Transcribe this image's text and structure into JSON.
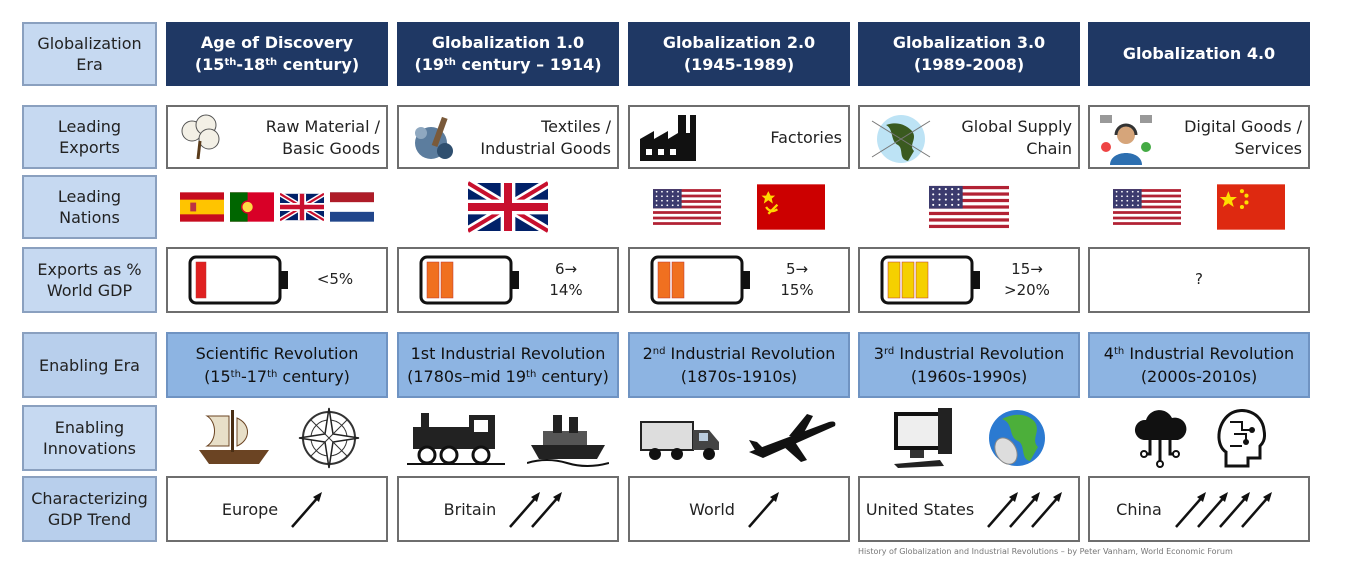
{
  "row_labels": {
    "era": "Globalization Era",
    "exports": "Leading Exports",
    "nations": "Leading Nations",
    "gdp": "Exports as % World GDP",
    "enabling_era": "Enabling Era",
    "innovations": "Enabling Innovations",
    "trend": "Characterizing GDP Trend"
  },
  "columns": [
    {
      "era_title": "Age of Discovery",
      "era_period": [
        "(15",
        "th",
        "-18",
        "th",
        " century)"
      ],
      "exports_label": "Raw Material / Basic Goods",
      "exports_icon": "cotton-icon",
      "nations": [
        "spain",
        "portugal",
        "uk",
        "netherlands"
      ],
      "gdp_text": "<5%",
      "gdp_fill_fraction": 0.2,
      "gdp_color": "#e02020",
      "enabling_title": [
        "Scientific Revolution"
      ],
      "enabling_period": [
        "(15",
        "th",
        "-17",
        "th",
        " century)"
      ],
      "innovations": [
        "ship-icon",
        "compass-icon"
      ],
      "trend_label": "Europe",
      "trend_arrows": 1
    },
    {
      "era_title": "Globalization 1.0",
      "era_period": [
        "(19",
        "th",
        " century – 1914)"
      ],
      "exports_label": "Textiles / Industrial Goods",
      "exports_icon": "loom-icon",
      "nations": [
        "uk"
      ],
      "gdp_text": "6→ 14%",
      "gdp_fill_fraction": 0.4,
      "gdp_color": "#f07020",
      "enabling_title": [
        "1st Industrial Revolution"
      ],
      "enabling_period": [
        "(1780s–mid 19",
        "th",
        " century)"
      ],
      "innovations": [
        "locomotive-icon",
        "steamship-icon"
      ],
      "trend_label": "Britain",
      "trend_arrows": 2
    },
    {
      "era_title": "Globalization 2.0",
      "era_period": [
        "(1945-1989)"
      ],
      "exports_label": "Factories",
      "exports_icon": "factory-icon",
      "nations": [
        "usa",
        "ussr"
      ],
      "gdp_text": "5→ 15%",
      "gdp_fill_fraction": 0.4,
      "gdp_color": "#f07020",
      "enabling_title": [
        "2",
        "nd",
        " Industrial Revolution"
      ],
      "enabling_period": [
        "(1870s-1910s)"
      ],
      "innovations": [
        "truck-icon",
        "airplane-icon"
      ],
      "trend_label": "World",
      "trend_arrows": 1
    },
    {
      "era_title": "Globalization 3.0",
      "era_period": [
        "(1989-2008)"
      ],
      "exports_label": "Global Supply Chain",
      "exports_icon": "globe-network-icon",
      "nations": [
        "usa"
      ],
      "gdp_text": "15→ >20%",
      "gdp_fill_fraction": 0.6,
      "gdp_color": "#f5d000",
      "enabling_title": [
        "3",
        "rd",
        " Industrial Revolution"
      ],
      "enabling_period": [
        "(1960s-1990s)"
      ],
      "innovations": [
        "computer-icon",
        "internet-globe-icon"
      ],
      "trend_label": "United States",
      "trend_arrows": 3
    },
    {
      "era_title": "Globalization 4.0",
      "era_period": [],
      "exports_label": "Digital Goods / Services",
      "exports_icon": "digital-services-icon",
      "nations": [
        "usa",
        "china"
      ],
      "gdp_text": "?",
      "gdp_fill_fraction": null,
      "gdp_color": "",
      "enabling_title": [
        "4",
        "th",
        " Industrial Revolution"
      ],
      "enabling_period": [
        "(2000s-2010s)"
      ],
      "innovations": [
        "cloud-icon",
        "ai-head-icon"
      ],
      "trend_label": "China",
      "trend_arrows": 4
    }
  ],
  "credit": "History of Globalization and Industrial Revolutions – by Peter Vanham, World Economic Forum"
}
